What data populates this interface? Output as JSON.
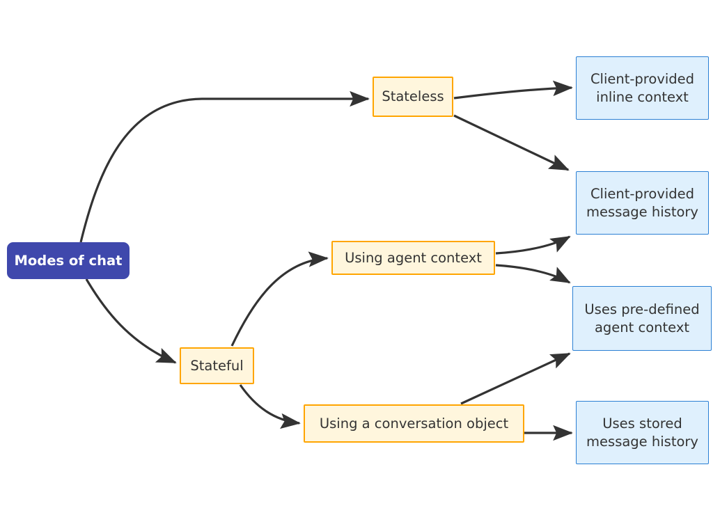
{
  "diagram": {
    "type": "flowchart",
    "direction": "left-to-right",
    "title": "Modes of chat",
    "background_color": "#ffffff",
    "palette": {
      "root_fill": "#3f48ac",
      "root_text": "#ffffff",
      "branch_fill": "#fff6dd",
      "branch_border": "#ffa500",
      "leaf_fill": "#dff0fd",
      "leaf_border": "#2a7fd4",
      "edge_color": "#333333",
      "text_color": "#333333"
    }
  },
  "nodes": {
    "root": {
      "label": "Modes of chat",
      "kind": "root"
    },
    "stateless": {
      "label": "Stateless",
      "kind": "branch"
    },
    "stateful": {
      "label": "Stateful",
      "kind": "branch"
    },
    "agent_context": {
      "label": "Using agent context",
      "kind": "branch"
    },
    "conversation_object": {
      "label": "Using a conversation object",
      "kind": "branch"
    },
    "inline_context": {
      "label": "Client-provided\ninline context",
      "kind": "leaf"
    },
    "message_history": {
      "label": "Client-provided\nmessage history",
      "kind": "leaf"
    },
    "predefined_agent_context": {
      "label": "Uses pre-defined\nagent context",
      "kind": "leaf"
    },
    "stored_message_history": {
      "label": "Uses stored\nmessage history",
      "kind": "leaf"
    }
  },
  "edges": [
    {
      "from": "root",
      "to": "stateless"
    },
    {
      "from": "root",
      "to": "stateful"
    },
    {
      "from": "stateless",
      "to": "inline_context"
    },
    {
      "from": "stateless",
      "to": "message_history"
    },
    {
      "from": "stateful",
      "to": "agent_context"
    },
    {
      "from": "stateful",
      "to": "conversation_object"
    },
    {
      "from": "agent_context",
      "to": "message_history"
    },
    {
      "from": "agent_context",
      "to": "predefined_agent_context"
    },
    {
      "from": "conversation_object",
      "to": "predefined_agent_context"
    },
    {
      "from": "conversation_object",
      "to": "stored_message_history"
    }
  ]
}
